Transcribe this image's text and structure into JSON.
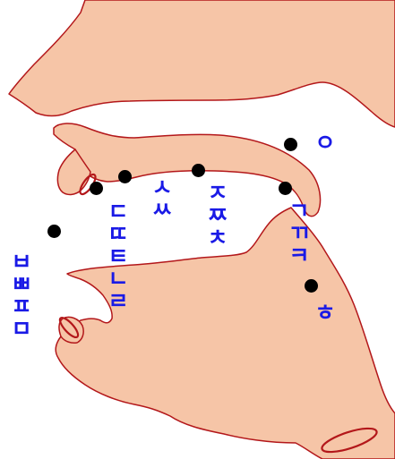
{
  "diagram": {
    "colors": {
      "tissue_fill": "#f6c5a7",
      "outline": "#b3171a",
      "label_color": "#1a1ae6",
      "point_color": "#000000"
    },
    "articulation_labels": {
      "bilabial": "ㅂㅃㅍㅁ",
      "alveolar_stops": "ㄷㄸㅌㄴㄹ",
      "alveolar_fricatives": "ㅅㅆ",
      "palatal": "ㅈㅉㅊ",
      "velar": "ㄱㄲㅋ",
      "velar_nasal": "ㅇ",
      "glottal": "ㅎ"
    }
  }
}
